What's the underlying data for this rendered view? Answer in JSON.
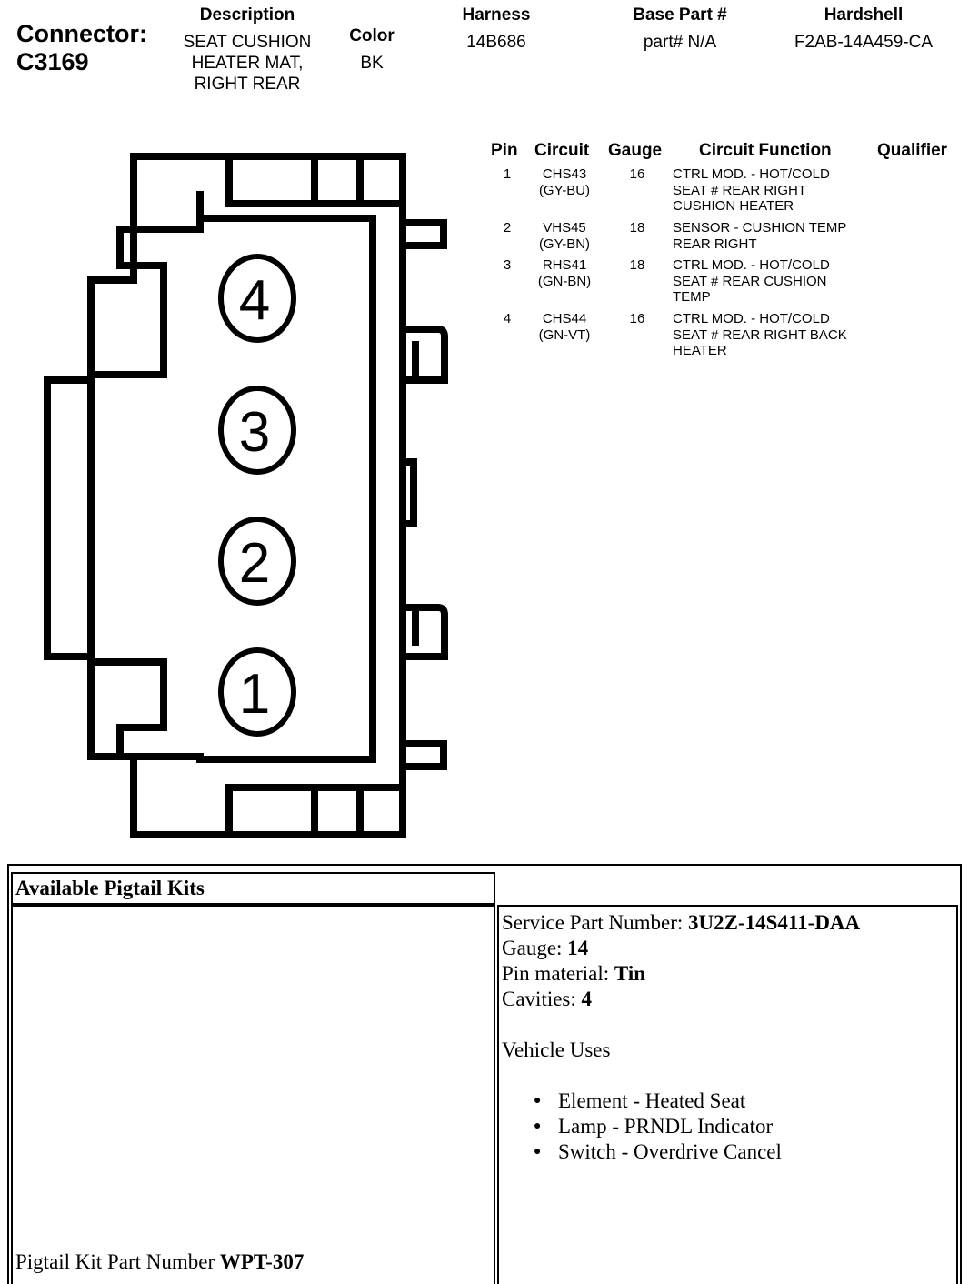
{
  "connector": {
    "label": "Connector:",
    "id": "C3169"
  },
  "header": {
    "description": {
      "label": "Description",
      "value": "SEAT CUSHION\nHEATER MAT,\nRIGHT REAR"
    },
    "color": {
      "label": "Color",
      "value": "BK"
    },
    "harness": {
      "label": "Harness",
      "value": "14B686"
    },
    "base_part": {
      "label": "Base Part #",
      "value": "part# N/A"
    },
    "hardshell": {
      "label": "Hardshell",
      "value": "F2AB-14A459-CA"
    }
  },
  "pin_table": {
    "columns": [
      "Pin",
      "Circuit",
      "Gauge",
      "Circuit Function",
      "Qualifier"
    ],
    "rows": [
      {
        "pin": "1",
        "circuit": "CHS43\n(GY-BU)",
        "gauge": "16",
        "function": "CTRL MOD. - HOT/COLD\nSEAT # REAR RIGHT\nCUSHION HEATER",
        "qualifier": ""
      },
      {
        "pin": "2",
        "circuit": "VHS45\n(GY-BN)",
        "gauge": "18",
        "function": "SENSOR - CUSHION TEMP\nREAR RIGHT",
        "qualifier": ""
      },
      {
        "pin": "3",
        "circuit": "RHS41\n(GN-BN)",
        "gauge": "18",
        "function": "CTRL MOD. - HOT/COLD\nSEAT # REAR CUSHION\nTEMP",
        "qualifier": ""
      },
      {
        "pin": "4",
        "circuit": "CHS44\n(GN-VT)",
        "gauge": "16",
        "function": "CTRL MOD. - HOT/COLD\nSEAT # REAR RIGHT BACK\nHEATER",
        "qualifier": ""
      }
    ]
  },
  "diagram": {
    "pin_numbers": [
      "4",
      "3",
      "2",
      "1"
    ]
  },
  "pigtail": {
    "title": "Available Pigtail Kits",
    "service_part_label": "Service Part Number: ",
    "service_part_value": "3U2Z-14S411-DAA",
    "gauge_label": "Gauge: ",
    "gauge_value": "14",
    "pin_material_label": "Pin material: ",
    "pin_material_value": "Tin",
    "cavities_label": "Cavities: ",
    "cavities_value": "4",
    "vehicle_uses_label": "Vehicle Uses",
    "vehicle_uses": [
      "Element - Heated Seat",
      "Lamp - PRNDL Indicator",
      "Switch - Overdrive Cancel"
    ],
    "kit_part_label": "Pigtail Kit Part Number ",
    "kit_part_value": "WPT-307"
  }
}
